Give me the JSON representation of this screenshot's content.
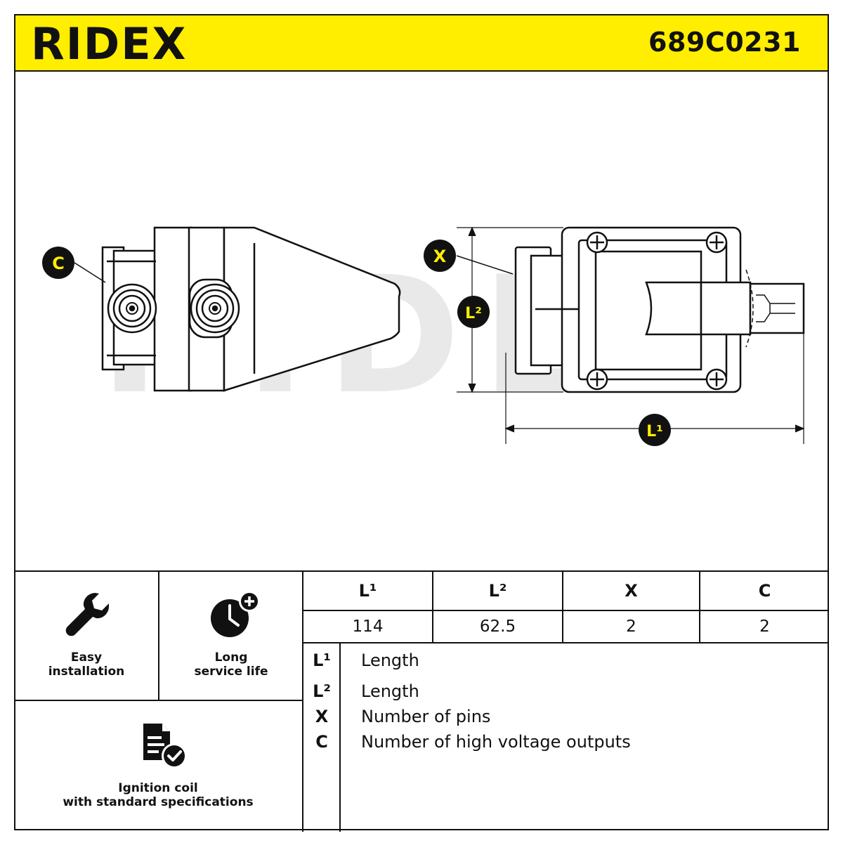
{
  "header": {
    "brand": "RIDEX",
    "part_number": "689C0231",
    "accent_color": "#ffee00"
  },
  "drawing": {
    "watermark": "RIDEX",
    "callouts": {
      "c": "C",
      "x": "X",
      "l2": "L²",
      "l1": "L¹"
    }
  },
  "features": [
    {
      "icon": "wrench-icon",
      "label_line1": "Easy",
      "label_line2": "installation"
    },
    {
      "icon": "clock-plus-icon",
      "label_line1": "Long",
      "label_line2": "service life"
    },
    {
      "icon": "document-check-icon",
      "label_line1": "Ignition coil",
      "label_line2": "with standard specifications"
    }
  ],
  "spec_table": {
    "headers": [
      "L¹",
      "L²",
      "X",
      "C"
    ],
    "values": [
      "114",
      "62.5",
      "2",
      "2"
    ]
  },
  "legend": [
    {
      "symbol": "L¹",
      "text": "Length"
    },
    {
      "symbol": "L²",
      "text": "Length"
    },
    {
      "symbol": "X",
      "text": "Number of pins"
    },
    {
      "symbol": "C",
      "text": "Number of high voltage outputs"
    }
  ]
}
